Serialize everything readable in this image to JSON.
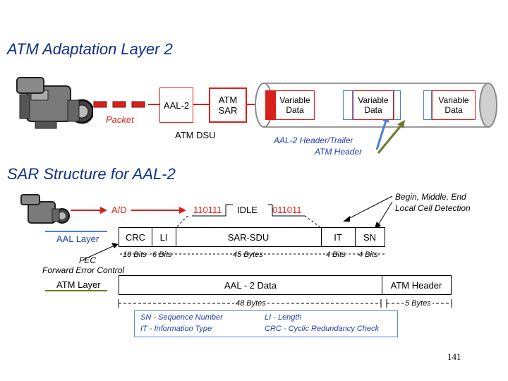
{
  "top": {
    "title": "ATM Adaptation Layer 2",
    "packet_label": "Packet",
    "aal2_label": "AAL-2",
    "atm_sar": "ATM\nSAR",
    "atm_dsu": "ATM DSU",
    "cells": [
      {
        "label": "Variable\nData"
      },
      {
        "label": "Variable\nData"
      },
      {
        "label": "Variable\nData"
      }
    ],
    "header_trailer": "AAL-2 Header/Trailer",
    "atm_header": "ATM Header"
  },
  "sar": {
    "title": "SAR Structure for AAL-2",
    "ad_label": "A/D",
    "flag1": "110111",
    "idle": "IDLE",
    "flag2": "011011",
    "begin_middle_end": "Begin, Middle, End",
    "local_cell": "Local Cell Detection",
    "aal_layer": "AAL Layer",
    "fields": {
      "crc": "CRC",
      "li": "LI",
      "sdu": "SAR-SDU",
      "it": "IT",
      "sn": "SN"
    },
    "bits": {
      "crc": "10 Bits",
      "li": "6 Bits",
      "sdu": "45 Bytes",
      "it": "4 Bits",
      "sn": "4 Bits"
    },
    "fec": "FEC",
    "fec_full": "Forward Error Control",
    "atm_layer": "ATM Layer",
    "aal2_data": "AAL - 2 Data",
    "atm_header": "ATM Header",
    "bytes48": "48 Bytes",
    "bytes5": "5 Bytes",
    "legend": {
      "sn": "SN - Sequence Number",
      "it": "IT - Information Type",
      "li": "LI - Length",
      "crc": "CRC - Cyclic Redundancy Check"
    }
  },
  "page_number": "141",
  "colors": {
    "title": "#0d2f8a",
    "red": "#d9201a",
    "blue": "#1f3fa8",
    "tube": "#c7c7c7",
    "arrow_green": "#6a7a2a",
    "arrow_blue": "#4a7fd8"
  }
}
